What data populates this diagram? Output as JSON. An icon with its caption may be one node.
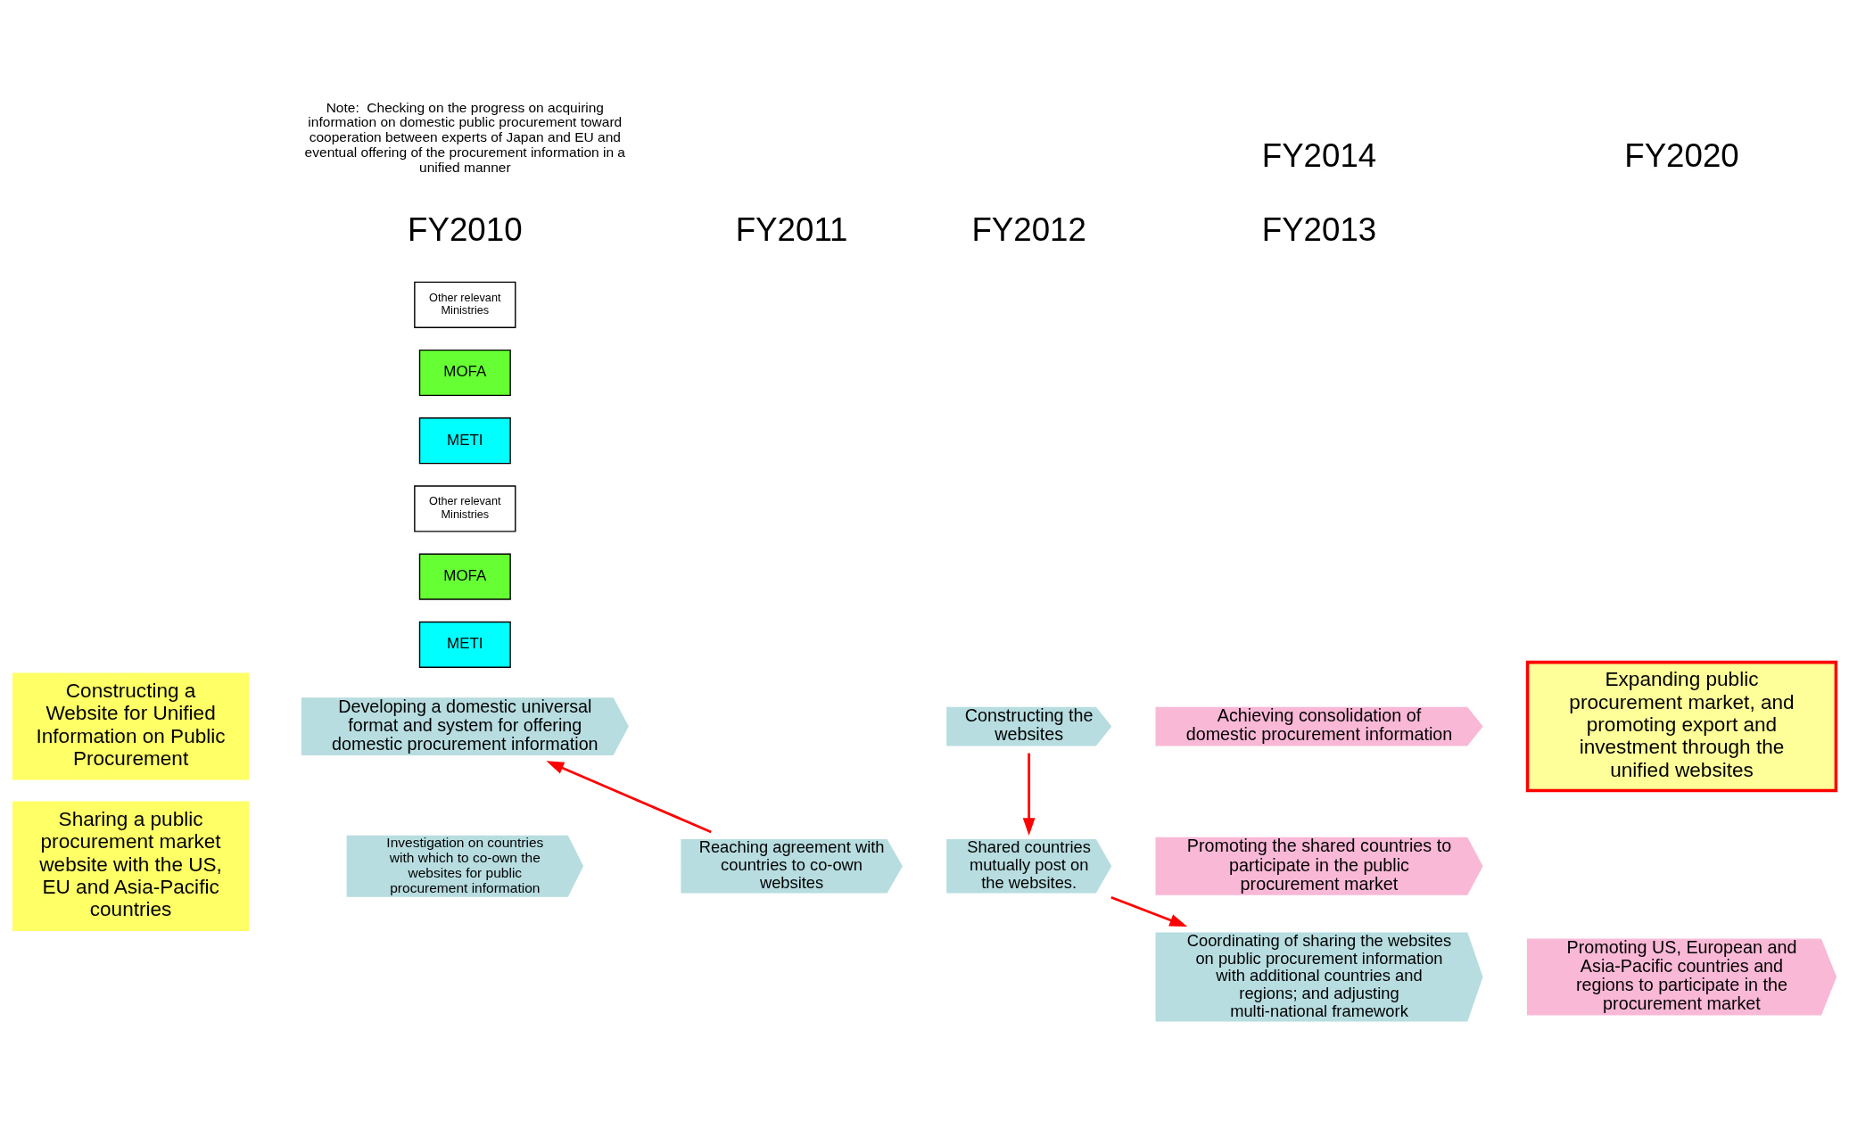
{
  "diagram": {
    "nodes": [
      {
        "text": [
          "Constructing a Website for Unified Information on Public Procurement"
        ]
      },
      {
        "text": [
          "Developing a domestic universal format and system for offering domestic procurement information"
        ]
      },
      {
        "text": [
          "Constructing the websites"
        ]
      },
      {
        "text": [
          "Achieving consolidation of domestic procurement information"
        ]
      },
      {
        "text": [
          "Expanding public procurement market, and promoting export and investment through the unified websites"
        ]
      },
      {
        "text": [
          "METI"
        ]
      },
      {
        "text": [
          "MOFA"
        ]
      },
      {
        "text": [
          "Other relevant Ministries"
        ]
      },
      {
        "text": [
          "Sharing a public procurement market website with the US, EU and Asia-Pacific countries"
        ]
      },
      {
        "text": [
          "Shared countries mutually post on the websites."
        ]
      },
      {
        "text": [
          "Promoting the shared countries to participate in the public procurement market"
        ]
      },
      {
        "text": [
          "Investigation on countries with which to co-own the websites for public procurement information"
        ]
      },
      {
        "text": [
          "Reaching agreement with countries to co-own websites"
        ]
      },
      {
        "text": [
          "Coordinating of sharing the websites on public procurement information with additional countries and regions; and adjusting multi-national framework"
        ]
      },
      {
        "text": [
          "Promoting US, European and Asia-Pacific countries and regions to participate in the procurement market"
        ]
      },
      {
        "text": [
          "METI"
        ]
      },
      {
        "text": [
          "MOFA"
        ]
      },
      {
        "text": [
          "Other relevant Ministries"
        ]
      }
    ],
    "edges": [
      {
        "from": 12,
        "to": 1,
        "arrow": "to"
      },
      {
        "from": 2,
        "to": 9,
        "arrow": "to"
      },
      {
        "from": 9,
        "to": 13,
        "arrow": "to"
      }
    ],
    "labels": [
      "FY2010",
      "FY2011",
      "FY2012",
      "FY2013",
      "FY2014",
      "FY2020",
      "Note:  Checking on the progress on acquiring information on domestic public procurement toward cooperation between experts of Japan and EU and eventual offering of the procurement information in a unified manner"
    ]
  }
}
